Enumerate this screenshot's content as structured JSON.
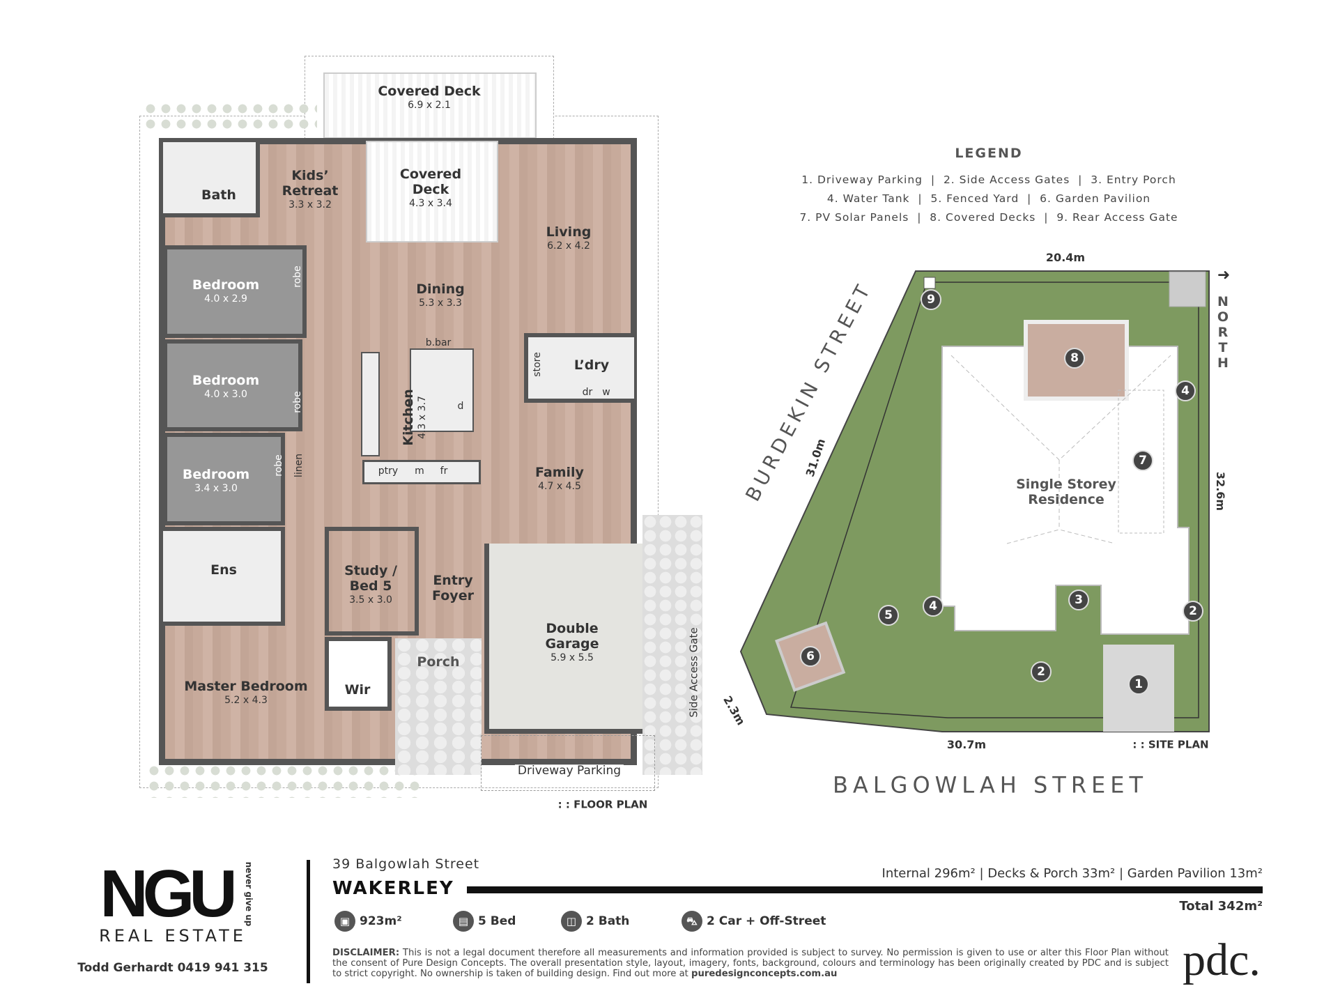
{
  "floor_plan": {
    "rooms": [
      {
        "name": "Covered Deck",
        "dims": "6.9 x 2.1"
      },
      {
        "name": "Bath"
      },
      {
        "name": "Kids’ Retreat",
        "dims": "3.3 x 3.2"
      },
      {
        "name": "Covered Deck",
        "dims": "4.3 x 3.4"
      },
      {
        "name": "Living",
        "dims": "6.2 x 4.2"
      },
      {
        "name": "Dining",
        "dims": "5.3 x 3.3"
      },
      {
        "name": "Bedroom",
        "dims": "4.0 x 2.9"
      },
      {
        "name": "Bedroom",
        "dims": "4.0 x 3.0"
      },
      {
        "name": "Bedroom",
        "dims": "3.4 x 3.0"
      },
      {
        "name": "L’dry"
      },
      {
        "name": "Kitchen",
        "dims": "4.3 x 3.7"
      },
      {
        "name": "Family",
        "dims": "4.7 x 4.5"
      },
      {
        "name": "Ens"
      },
      {
        "name": "Study / Bed 5",
        "dims": "3.5 x 3.0"
      },
      {
        "name": "Entry Foyer"
      },
      {
        "name": "Double Garage",
        "dims": "5.9 x 5.5"
      },
      {
        "name": "Porch"
      },
      {
        "name": "Master Bedroom",
        "dims": "5.2 x 4.3"
      },
      {
        "name": "Wir"
      }
    ],
    "small_labels": {
      "robe": "robe",
      "bbar": "b.bar",
      "store": "store",
      "dr": "dr",
      "w": "w",
      "d": "d",
      "linen": "linen",
      "ptry": "ptry",
      "m": "m",
      "fr": "fr"
    },
    "side_access_gate": "Side Access Gate",
    "driveway_parking": "Driveway Parking",
    "caption": ": : FLOOR PLAN"
  },
  "legend": {
    "title": "LEGEND",
    "lines": [
      "1. Driveway Parking  |  2. Side Access Gates  |  3. Entry Porch",
      "4. Water Tank  |  5. Fenced Yard  |  6. Garden Pavilion",
      "7. PV Solar Panels  |  8. Covered Decks  |  9. Rear Access Gate"
    ]
  },
  "site_plan": {
    "residence": "Single Storey Residence",
    "dim_top": "20.4m",
    "dim_right": "32.6m",
    "dim_left": "31.0m",
    "dim_corner": "2.3m",
    "dim_bottom": "30.7m",
    "north": "NORTH",
    "street_side": "BURDEKIN STREET",
    "street_front": "BALGOWLAH STREET",
    "caption": ": : SITE PLAN",
    "markers": [
      "9",
      "8",
      "4",
      "7",
      "4",
      "3",
      "2",
      "5",
      "6",
      "2",
      "1"
    ]
  },
  "footer": {
    "brand": "NGU",
    "tagline": "never give up",
    "brand_sub": "REAL ESTATE",
    "agent": "Todd Gerhardt 0419 941 315",
    "address": "39 Balgowlah Street",
    "suburb": "WAKERLEY",
    "areas": "Internal 296m² | Decks & Porch 33m² | Garden Pavilion 13m²",
    "total": "Total 342m²",
    "features": [
      {
        "icon": "land-icon",
        "label": "923m²"
      },
      {
        "icon": "bed-icon",
        "label": "5 Bed"
      },
      {
        "icon": "bath-icon",
        "label": "2 Bath"
      },
      {
        "icon": "car-icon",
        "label": "2 Car + Off-Street"
      }
    ],
    "disclaimer_head": "DISCLAIMER:",
    "disclaimer": "This is not a legal document therefore all measurements and information provided is subject to survey. No permission is given to use or alter this Floor Plan without the consent of Pure Design Concepts. The overall presentation style, layout, imagery, fonts, background, colours and terminology has been originally created by PDC and is subject to strict copyright. No ownership is taken of building design. Find out more at",
    "disclaimer_link": "puredesignconcepts.com.au",
    "pdc_logo": "pdc."
  },
  "colors": {
    "wood": "#c9ada0",
    "bedroom": "#979797",
    "wall": "#555555",
    "grass": "#7e9a60"
  }
}
